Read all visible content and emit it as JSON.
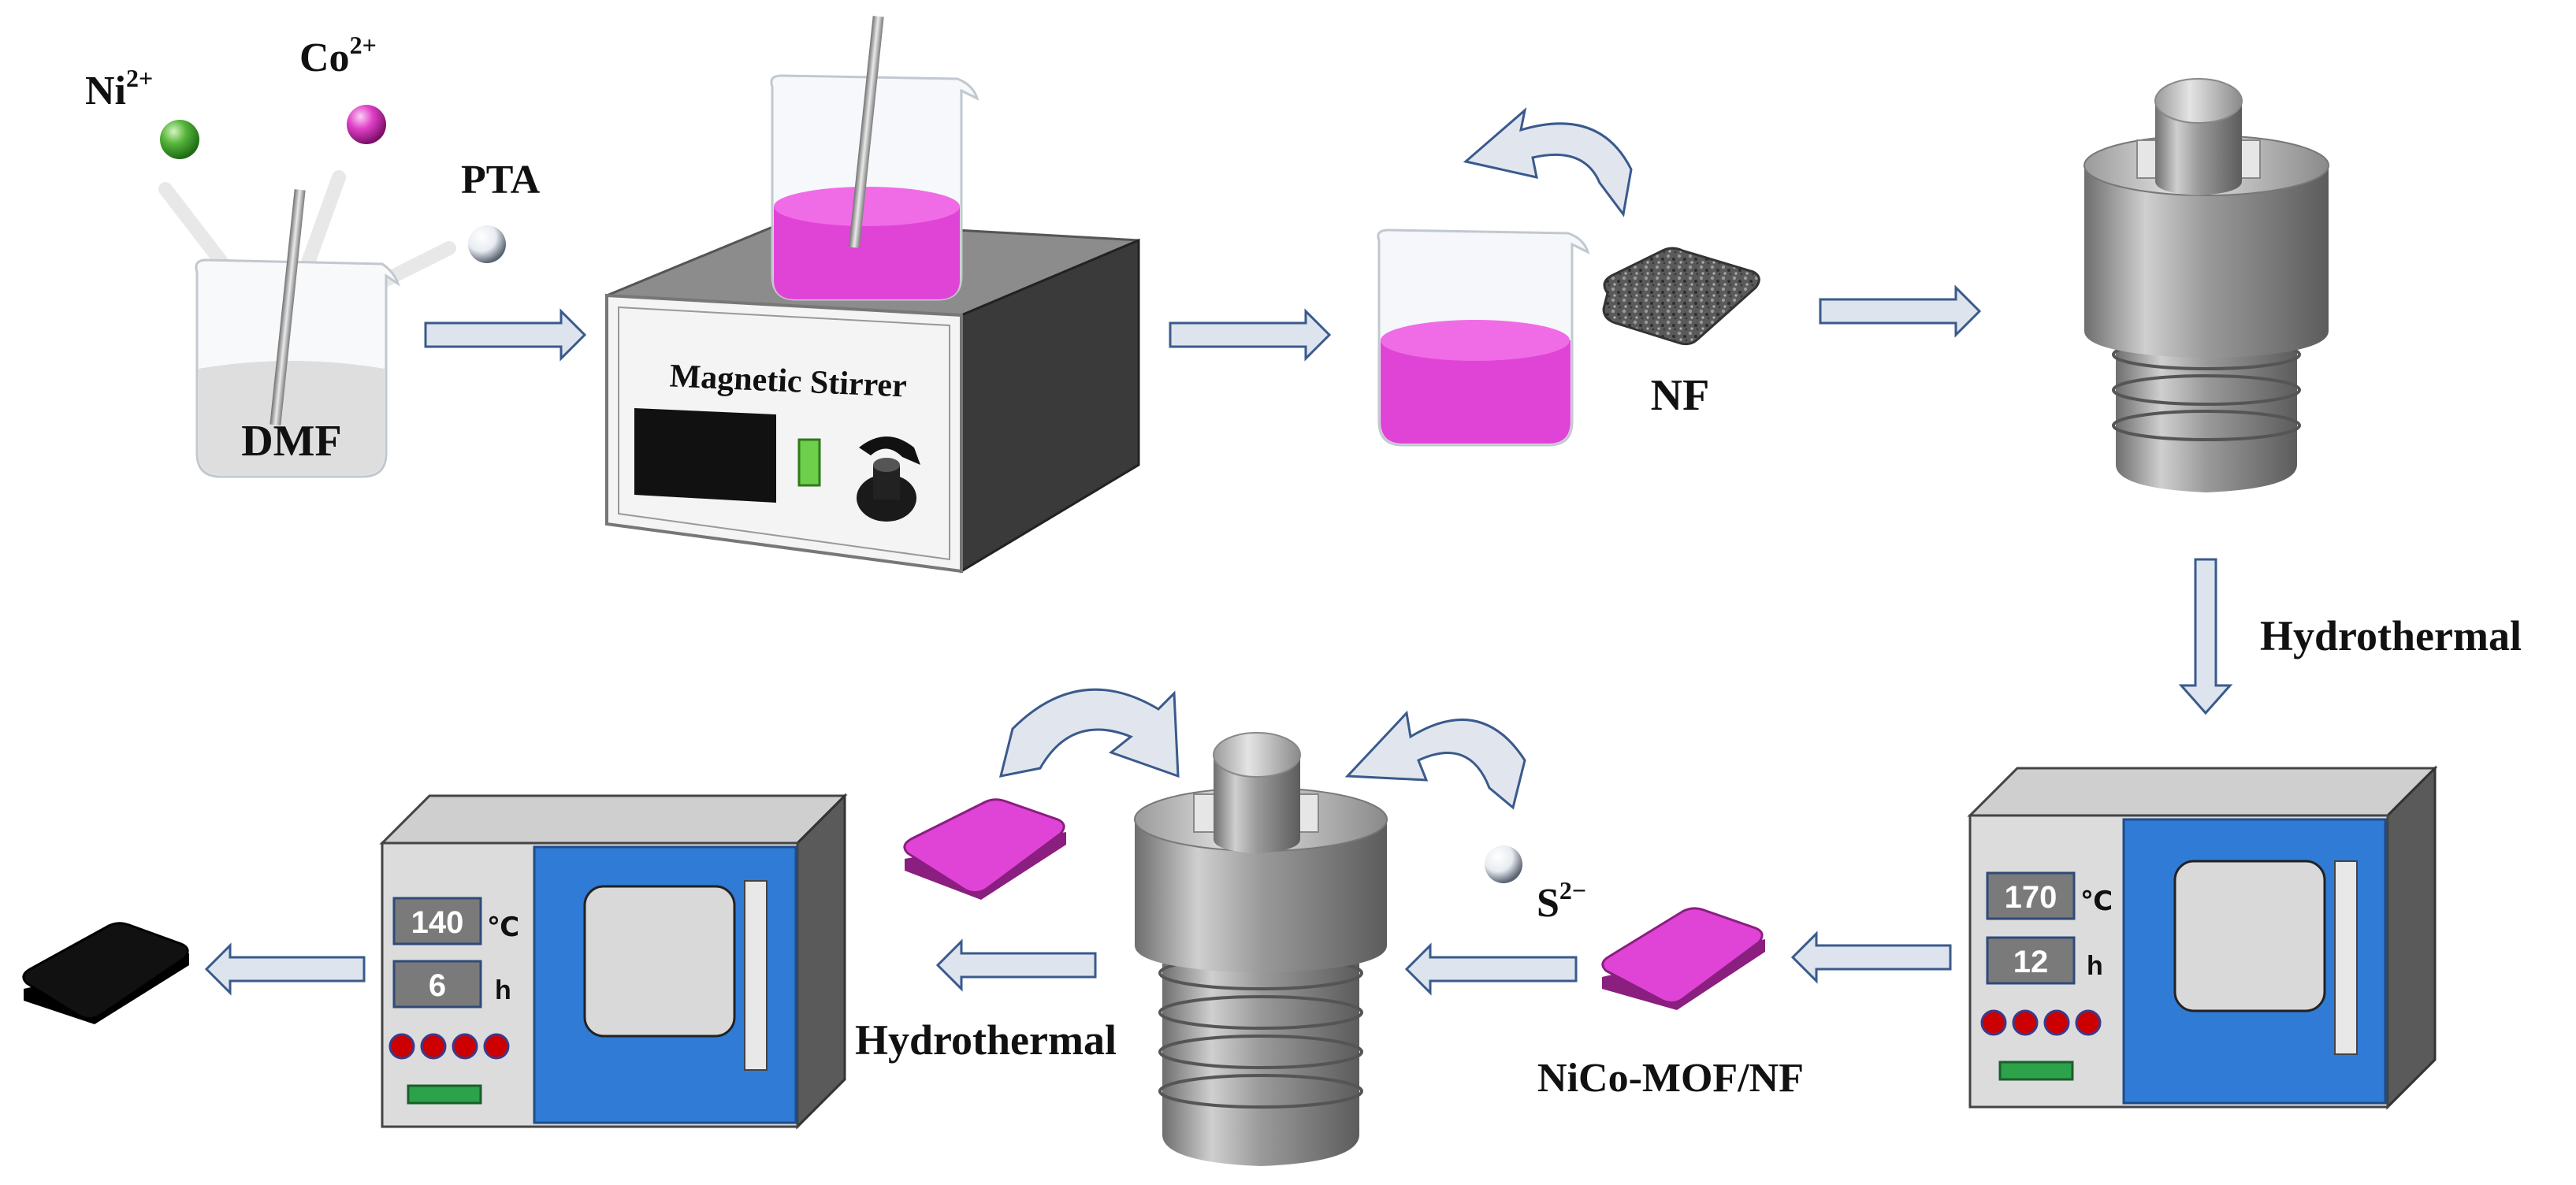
{
  "ions": {
    "ni": "Ni",
    "ni_charge": "2+",
    "co": "Co",
    "co_charge": "2+",
    "pta": "PTA",
    "sulfide": "S",
    "sulfide_charge": "2−"
  },
  "labels": {
    "solvent": "DMF",
    "stirrer": "Magnetic Stirrer",
    "substrate": "NF",
    "step_hydrothermal_1": "Hydrothermal",
    "step_hydrothermal_2": "Hydrothermal",
    "intermediate": "NiCo-MOF/NF"
  },
  "oven_right": {
    "temperature": "170",
    "temp_unit": "℃",
    "time": "12",
    "time_unit": "h"
  },
  "oven_left": {
    "temperature": "140",
    "temp_unit": "℃",
    "time": "6",
    "time_unit": "h"
  },
  "colors": {
    "solution_magenta": "#e044d6",
    "ni_ball": "#4caf3c",
    "co_ball": "#e040c8",
    "oven_door": "#2f7bd6",
    "final_product": "#111111",
    "arrow_fill": "#dde4ee",
    "arrow_stroke": "#3a5a8c"
  }
}
